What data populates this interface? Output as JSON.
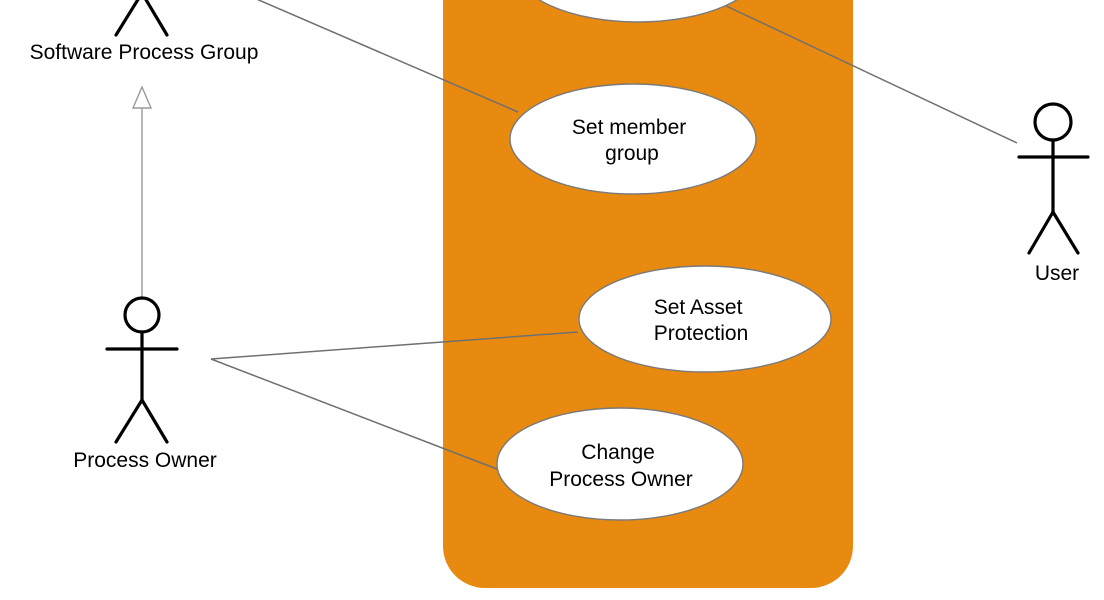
{
  "diagram": {
    "type": "uml-use-case-diagram",
    "background_color": "#ffffff",
    "colors": {
      "system_boundary_fill": "#E88A0F",
      "use_case_fill": "#FFFFFF",
      "use_case_stroke": "#7A7A7A",
      "association_line": "#707070",
      "generalization_line": "#999999",
      "actor_stroke": "#000000",
      "label_text": "#000000"
    },
    "system_boundary": {
      "label": "",
      "shape": "rounded-rectangle",
      "note": "extends off the top edge of the image"
    },
    "use_cases": [
      {
        "id": "top-partial",
        "label": "",
        "lines": [
          "",
          ""
        ]
      },
      {
        "id": "set-member-group",
        "label": "Set member group",
        "lines": [
          "Set member",
          "group"
        ]
      },
      {
        "id": "set-asset-protection",
        "label": "Set Asset Protection",
        "lines": [
          "Set Asset",
          "Protection"
        ]
      },
      {
        "id": "change-process-owner",
        "label": "Change Process Owner",
        "lines": [
          "Change",
          "Process Owner"
        ]
      }
    ],
    "actors": [
      {
        "id": "software-process-group",
        "label": "Software Process Group"
      },
      {
        "id": "process-owner",
        "label": "Process Owner"
      },
      {
        "id": "user",
        "label": "User"
      }
    ],
    "relationships": [
      {
        "type": "association",
        "from": "software-process-group",
        "to": "set-member-group"
      },
      {
        "type": "association",
        "from": "top-partial",
        "to": "user"
      },
      {
        "type": "association",
        "from": "process-owner",
        "to": "set-asset-protection"
      },
      {
        "type": "association",
        "from": "process-owner",
        "to": "change-process-owner"
      },
      {
        "type": "generalization",
        "from": "process-owner",
        "to": "software-process-group"
      }
    ]
  }
}
